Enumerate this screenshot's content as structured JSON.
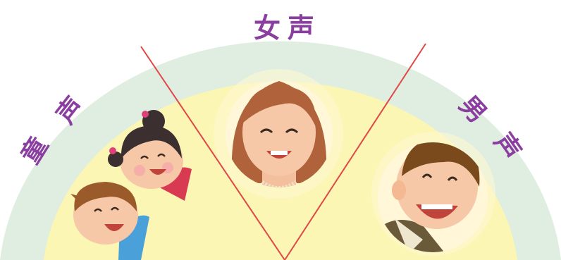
{
  "sections": {
    "left": {
      "chars": [
        "童",
        "声"
      ]
    },
    "center": {
      "chars": [
        "女",
        "声"
      ]
    },
    "right": {
      "chars": [
        "男",
        "声"
      ]
    }
  },
  "colors": {
    "outer_ring": "#dfeee0",
    "inner_fill": "#fbf6b4",
    "divider": "#e04848",
    "label": "#8a3fa0",
    "skin": "#f7c8a8",
    "woman_hair": "#b0623a",
    "boy_hair": "#9a5a2a",
    "girl_hair": "#3b2f2f",
    "man_hair": "#7a4a1c"
  },
  "icons": [
    "children-icon",
    "woman-icon",
    "man-icon"
  ]
}
